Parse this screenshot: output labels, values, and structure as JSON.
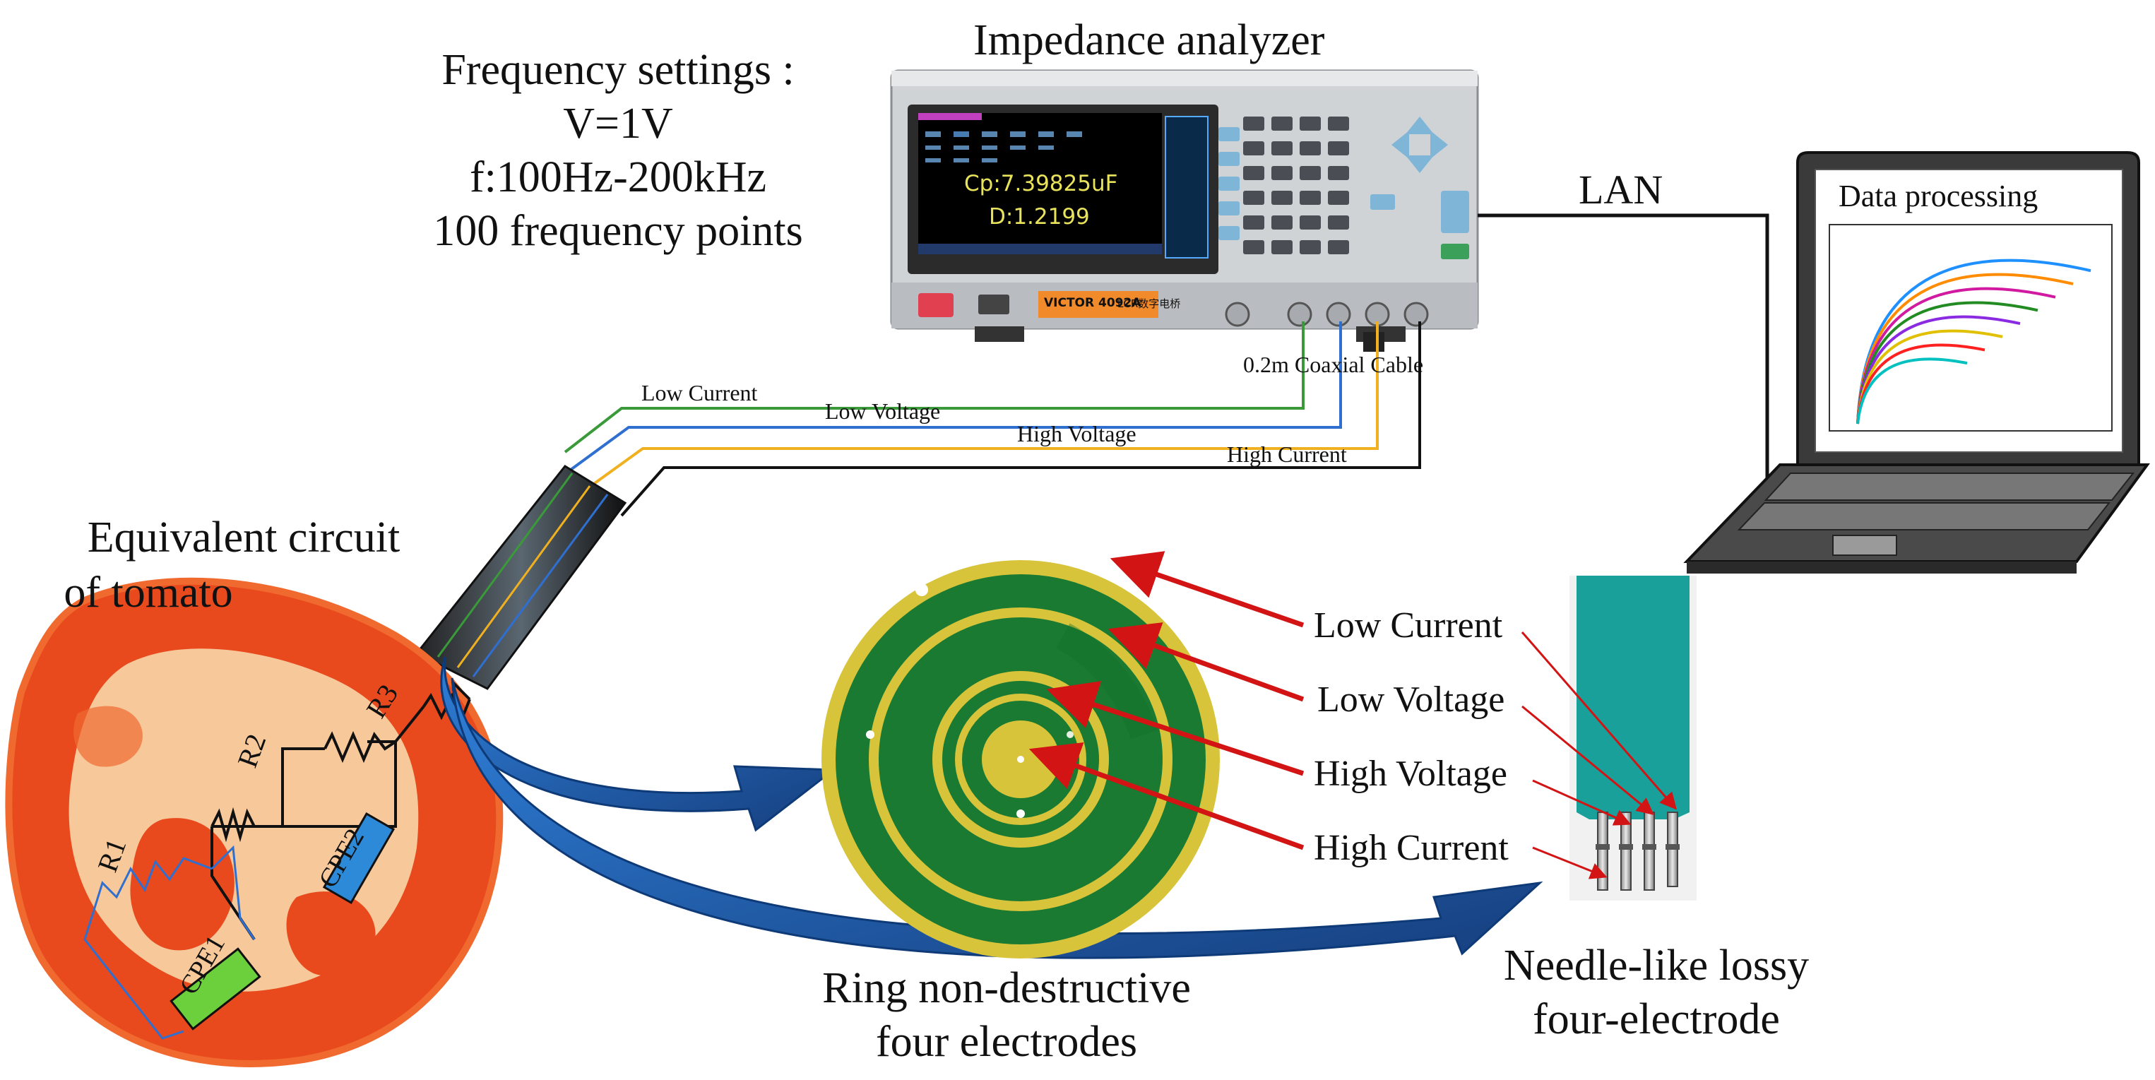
{
  "title": "Impedance analyzer",
  "frequency_settings": {
    "heading": "Frequency settings :",
    "voltage": "V=1V",
    "range": "f:100Hz-200kHz",
    "points": "100 frequency points"
  },
  "analyzer": {
    "screen_cp": "Cp:7.39825uF",
    "screen_d": "D:1.2199",
    "brand": "VICTOR 4092A",
    "submodel": "LCR数字电桥"
  },
  "cable_label": "0.2m Coaxial Cable",
  "lan_label": "LAN",
  "laptop_label": "Data processing",
  "wires": {
    "low_current": "Low Current",
    "low_voltage": "Low Voltage",
    "high_voltage": "High Voltage",
    "high_current": "High Current"
  },
  "tomato": {
    "title_line1": "Equivalent circuit",
    "title_line2": "of tomato",
    "r1": "R1",
    "r2": "R2",
    "r3": "R3",
    "cpe1": "CPE1",
    "cpe2": "CPE2"
  },
  "electrode_labels": {
    "low_current": "Low Current",
    "low_voltage": "Low Voltage",
    "high_voltage": "High Voltage",
    "high_current": "High Current"
  },
  "ring_caption": {
    "line1": "Ring non-destructive",
    "line2": "four electrodes"
  },
  "needle_caption": {
    "line1": "Needle-like lossy",
    "line2": "four-electrode"
  },
  "colors": {
    "wire_low_current": "#3a9a3a",
    "wire_low_voltage": "#2f6fd0",
    "wire_high_voltage": "#f0b020",
    "wire_high_current": "#111111",
    "tomato_red": "#e84a1e",
    "tomato_flesh": "#f7c89a",
    "pcb_green": "#1a7a32",
    "pcb_gold": "#d8c43a",
    "arrow_red": "#d21414",
    "arrow_blue": "#1f5fb0",
    "needle_teal": "#1aa09a",
    "cpe1_green": "#6ccf3c",
    "cpe2_blue": "#2c8ad8"
  },
  "chart_curve_colors": [
    "#1e90ff",
    "#ff8c00",
    "#d11aa0",
    "#228b22",
    "#8a2be2",
    "#e0c000",
    "#ff2020",
    "#00c0c0"
  ]
}
